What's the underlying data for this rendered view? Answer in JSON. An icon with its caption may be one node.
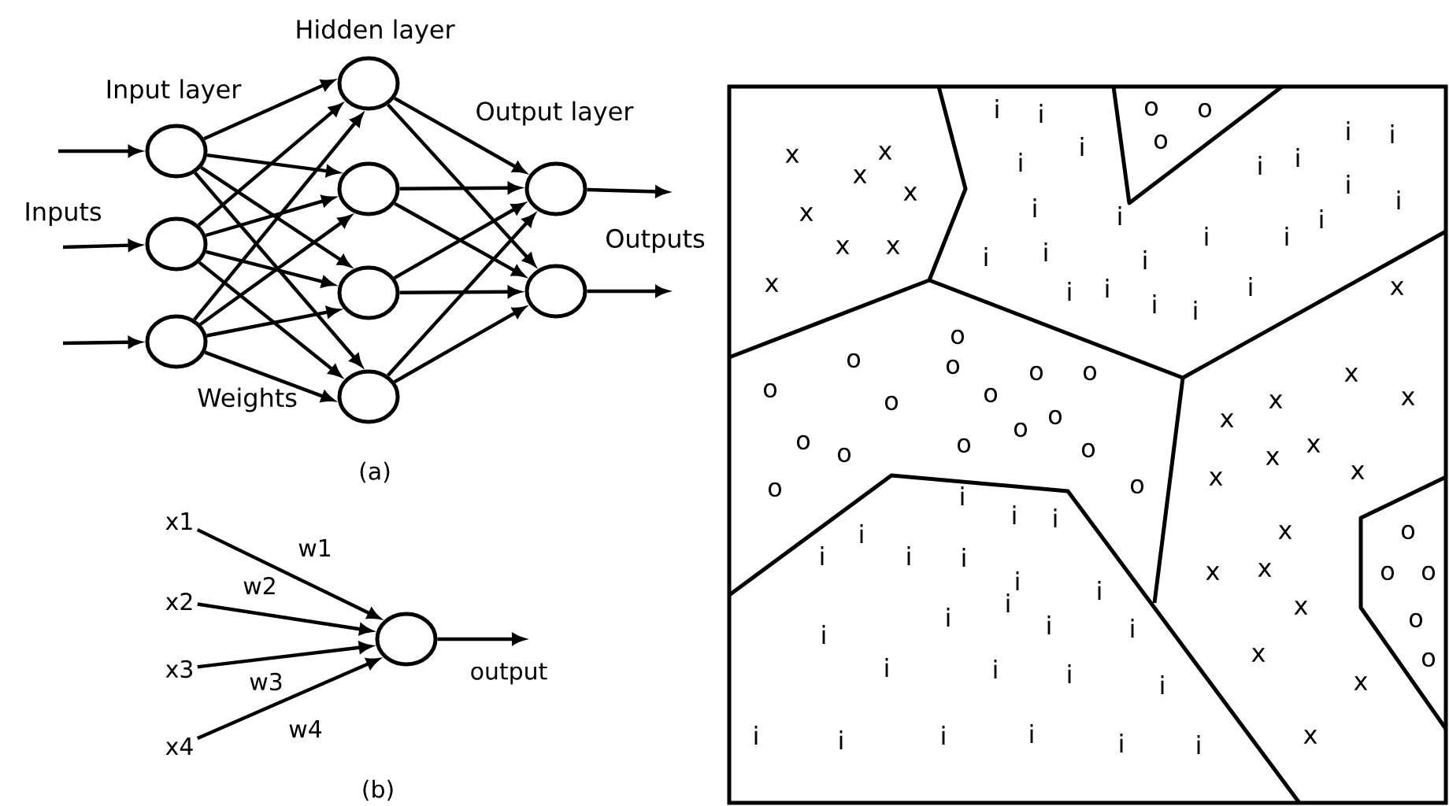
{
  "diagram": {
    "nodes": [
      {
        "text": [],
        "shape": "circle"
      },
      {
        "text": [],
        "shape": "circle"
      },
      {
        "text": [],
        "shape": "circle"
      },
      {
        "text": [],
        "shape": "circle"
      },
      {
        "text": [],
        "shape": "circle"
      },
      {
        "text": [],
        "shape": "circle"
      },
      {
        "text": [],
        "shape": "circle"
      },
      {
        "text": [],
        "shape": "circle"
      },
      {
        "text": [],
        "shape": "circle"
      },
      {
        "text": [
          "x1"
        ]
      },
      {
        "text": [
          "x2"
        ]
      },
      {
        "text": [
          "x3"
        ]
      },
      {
        "text": [
          "x4"
        ]
      },
      {
        "text": [],
        "shape": "circle"
      }
    ],
    "edges": [
      {
        "from": null,
        "to": 0,
        "arrow": "to"
      },
      {
        "from": null,
        "to": 1,
        "arrow": "to"
      },
      {
        "from": null,
        "to": 2,
        "arrow": "to"
      },
      {
        "from": 0,
        "to": 3,
        "arrow": "to"
      },
      {
        "from": 0,
        "to": 4,
        "arrow": "to"
      },
      {
        "from": 0,
        "to": 5,
        "arrow": "to"
      },
      {
        "from": 0,
        "to": 6,
        "arrow": "to"
      },
      {
        "from": 1,
        "to": 3,
        "arrow": "to"
      },
      {
        "from": 1,
        "to": 4,
        "arrow": "to"
      },
      {
        "from": 1,
        "to": 5,
        "arrow": "to"
      },
      {
        "from": 1,
        "to": 6,
        "arrow": "to"
      },
      {
        "from": 2,
        "to": 3,
        "arrow": "to"
      },
      {
        "from": 2,
        "to": 4,
        "arrow": "to"
      },
      {
        "from": 2,
        "to": 5,
        "arrow": "to"
      },
      {
        "from": 2,
        "to": 6,
        "arrow": "to"
      },
      {
        "from": 3,
        "to": 7,
        "arrow": "to"
      },
      {
        "from": 3,
        "to": 8,
        "arrow": "to"
      },
      {
        "from": 4,
        "to": 7,
        "arrow": "to"
      },
      {
        "from": 4,
        "to": 8,
        "arrow": "to"
      },
      {
        "from": 5,
        "to": 7,
        "arrow": "to"
      },
      {
        "from": 5,
        "to": 8,
        "arrow": "to"
      },
      {
        "from": 6,
        "to": 7,
        "arrow": "to"
      },
      {
        "from": 6,
        "to": 8,
        "arrow": "to"
      },
      {
        "from": 7,
        "to": null,
        "arrow": "to"
      },
      {
        "from": 8,
        "to": null,
        "arrow": "to"
      },
      {
        "from": 9,
        "to": 13,
        "arrow": "to",
        "label": "w1"
      },
      {
        "from": 10,
        "to": 13,
        "arrow": "to",
        "label": "w2"
      },
      {
        "from": 11,
        "to": 13,
        "arrow": "to",
        "label": "w3"
      },
      {
        "from": 12,
        "to": 13,
        "arrow": "to",
        "label": "w4"
      },
      {
        "from": 13,
        "to": null,
        "arrow": "to",
        "label": "output"
      }
    ],
    "labels": [
      "Hidden layer",
      "Input layer",
      "Output layer",
      "Inputs",
      "Outputs",
      "Weights",
      "(a)",
      "(b)",
      "x",
      "x",
      "x",
      "x",
      "x",
      "x",
      "x",
      "x",
      "i",
      "i",
      "i",
      "i",
      "i",
      "i",
      "i",
      "i",
      "i",
      "i",
      "i",
      "i",
      "i",
      "i",
      "i",
      "i",
      "i",
      "i",
      "i",
      "i",
      "i",
      "i",
      "i",
      "o",
      "o",
      "o",
      "x",
      "o",
      "o",
      "o",
      "o",
      "o",
      "o",
      "o",
      "o",
      "o",
      "o",
      "o",
      "o",
      "o",
      "o",
      "o",
      "o",
      "x",
      "x",
      "x",
      "x",
      "x",
      "x",
      "x",
      "x",
      "x",
      "x",
      "x",
      "x",
      "x",
      "x",
      "x",
      "o",
      "o",
      "o",
      "o",
      "o",
      "i",
      "i",
      "i",
      "i",
      "i",
      "i",
      "i",
      "i",
      "i",
      "i",
      "i",
      "i",
      "i",
      "i",
      "i",
      "i",
      "i",
      "i",
      "i",
      "i",
      "i",
      "i",
      "i",
      "i"
    ]
  }
}
